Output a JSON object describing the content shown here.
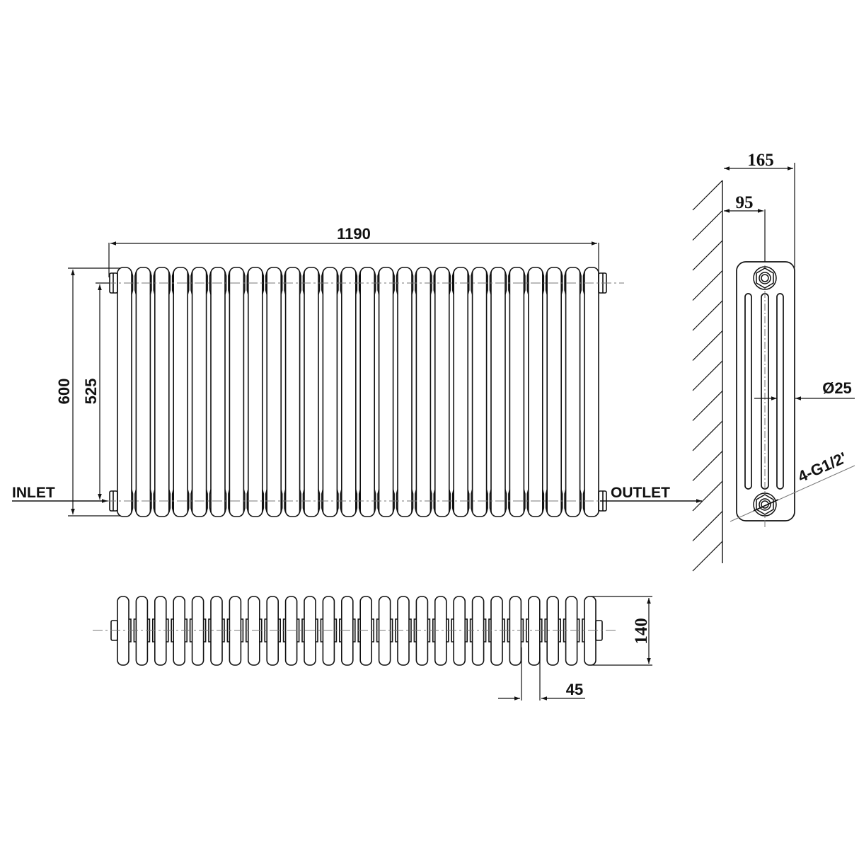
{
  "drawing": {
    "title": "Column radiator technical drawing",
    "units": "mm",
    "columns_count": 26,
    "colors": {
      "line": "#111111",
      "centerline": "#777777",
      "background": "#ffffff"
    }
  },
  "front_view": {
    "width_label": "1190",
    "height_label": "600",
    "centers_label": "525",
    "inlet_label": "INLET",
    "outlet_label": "OUTLET"
  },
  "side_view": {
    "depth_label": "165",
    "wall_to_center_label": "95",
    "tube_diameter_label": "Ø25",
    "connection_label": "4-G1/2'"
  },
  "top_view": {
    "depth_label": "140",
    "pitch_label": "45"
  }
}
